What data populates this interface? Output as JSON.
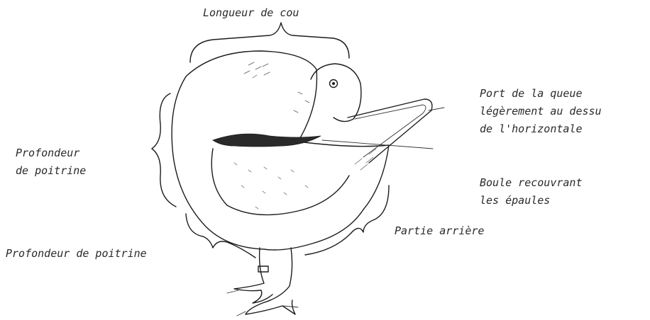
{
  "labels": {
    "neck_length": "Longueur de cou",
    "tail_carriage": [
      "Port de la queue",
      "légèrement au dessu",
      "de l'horizontale"
    ],
    "chest_depth_upper": [
      "Profondeur",
      "de poitrine"
    ],
    "ball_shoulders": [
      "Boule recouvrant",
      "les épaules"
    ],
    "rear_part": "Partie arrière",
    "chest_depth_lower": "Profondeur de poitrine"
  }
}
